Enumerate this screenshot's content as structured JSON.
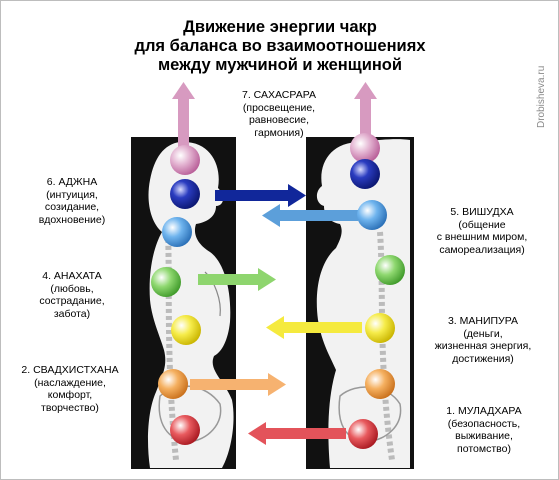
{
  "title": {
    "line1": "Движение энергии чакр",
    "line2": "для баланса во взаимоотношениях",
    "line3": "между мужчиной и женщиной"
  },
  "watermark": "Drobisheva.ru",
  "chakras": [
    {
      "id": "7",
      "name": "7. САХАСРАРА",
      "desc": [
        "(просвещение,",
        "равновесие,",
        "гармония)"
      ],
      "color": "#d79ac0"
    },
    {
      "id": "6",
      "name": "6. АДЖНА",
      "desc": [
        "(интуиция,",
        "созидание,",
        "вдохновение)"
      ],
      "color": "#1c2fa8"
    },
    {
      "id": "5",
      "name": "5. ВИШУДХА",
      "desc": [
        "(общение",
        "с внешним миром,",
        "самореализация)"
      ],
      "color": "#5aa3e0"
    },
    {
      "id": "4",
      "name": "4. АНАХАТА",
      "desc": [
        "(любовь,",
        "сострадание,",
        "забота)"
      ],
      "color": "#7ccd5a"
    },
    {
      "id": "3",
      "name": "3. МАНИПУРА",
      "desc": [
        "(деньги,",
        "жизненная энергия,",
        "достижения)"
      ],
      "color": "#f2e22a"
    },
    {
      "id": "2",
      "name": "2. СВАДХИСТХАНА",
      "desc": [
        "(наслаждение,",
        "комфорт,",
        "творчество)"
      ],
      "color": "#f2a04a"
    },
    {
      "id": "1",
      "name": "1. МУЛАДХАРА",
      "desc": [
        "(безопасность,",
        "выживание,",
        "потомство)"
      ],
      "color": "#e0464a"
    }
  ],
  "arrows": [
    {
      "chakra": "7",
      "direction": "up-both",
      "color": "#d79ac0"
    },
    {
      "chakra": "6",
      "direction": "woman-to-man",
      "color": "#11279a"
    },
    {
      "chakra": "5",
      "direction": "man-to-woman",
      "color": "#5c9fda"
    },
    {
      "chakra": "4",
      "direction": "woman-to-man",
      "color": "#8ed56e"
    },
    {
      "chakra": "3",
      "direction": "man-to-woman",
      "color": "#f5ea3e"
    },
    {
      "chakra": "2",
      "direction": "woman-to-man",
      "color": "#f6b270"
    },
    {
      "chakra": "1",
      "direction": "man-to-woman",
      "color": "#e3535a"
    }
  ]
}
